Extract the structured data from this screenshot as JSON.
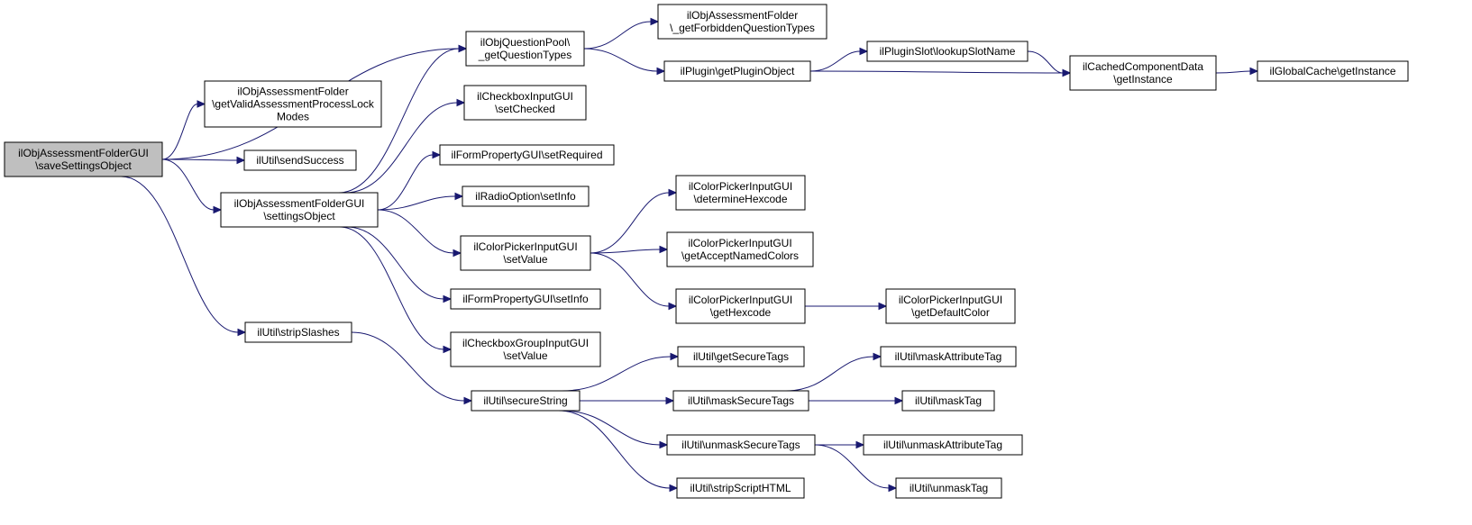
{
  "colors": {
    "edge": "#191970",
    "root_fill": "#bfbfbf",
    "node_fill": "#ffffff",
    "border": "#000000"
  },
  "nodes": [
    {
      "id": "n0",
      "lines": [
        "ilObjAssessmentFolderGUI",
        "\\saveSettingsObject"
      ]
    },
    {
      "id": "n1",
      "lines": [
        "ilObjQuestionPool\\",
        "_getQuestionTypes"
      ]
    },
    {
      "id": "n2",
      "lines": [
        "ilObjAssessmentFolder",
        "\\getValidAssessmentProcessLock",
        "Modes"
      ]
    },
    {
      "id": "n3",
      "lines": [
        "ilUtil\\sendSuccess"
      ]
    },
    {
      "id": "n4",
      "lines": [
        "ilObjAssessmentFolderGUI",
        "\\settingsObject"
      ]
    },
    {
      "id": "n5",
      "lines": [
        "ilUtil\\stripSlashes"
      ]
    },
    {
      "id": "n6",
      "lines": [
        "ilObjAssessmentFolder",
        "\\_getForbiddenQuestionTypes"
      ]
    },
    {
      "id": "n7",
      "lines": [
        "ilPlugin\\getPluginObject"
      ]
    },
    {
      "id": "n8",
      "lines": [
        "ilPluginSlot\\lookupSlotName"
      ]
    },
    {
      "id": "n9",
      "lines": [
        "ilCachedComponentData",
        "\\getInstance"
      ]
    },
    {
      "id": "n10",
      "lines": [
        "ilGlobalCache\\getInstance"
      ]
    },
    {
      "id": "n11",
      "lines": [
        "ilCheckboxInputGUI",
        "\\setChecked"
      ]
    },
    {
      "id": "n12",
      "lines": [
        "ilFormPropertyGUI\\setRequired"
      ]
    },
    {
      "id": "n13",
      "lines": [
        "ilRadioOption\\setInfo"
      ]
    },
    {
      "id": "n14",
      "lines": [
        "ilColorPickerInputGUI",
        "\\setValue"
      ]
    },
    {
      "id": "n15",
      "lines": [
        "ilFormPropertyGUI\\setInfo"
      ]
    },
    {
      "id": "n16",
      "lines": [
        "ilCheckboxGroupInputGUI",
        "\\setValue"
      ]
    },
    {
      "id": "n17",
      "lines": [
        "ilColorPickerInputGUI",
        "\\determineHexcode"
      ]
    },
    {
      "id": "n18",
      "lines": [
        "ilColorPickerInputGUI",
        "\\getAcceptNamedColors"
      ]
    },
    {
      "id": "n19",
      "lines": [
        "ilColorPickerInputGUI",
        "\\getHexcode"
      ]
    },
    {
      "id": "n20",
      "lines": [
        "ilColorPickerInputGUI",
        "\\getDefaultColor"
      ]
    },
    {
      "id": "n21",
      "lines": [
        "ilUtil\\secureString"
      ]
    },
    {
      "id": "n22",
      "lines": [
        "ilUtil\\getSecureTags"
      ]
    },
    {
      "id": "n23",
      "lines": [
        "ilUtil\\maskSecureTags"
      ]
    },
    {
      "id": "n24",
      "lines": [
        "ilUtil\\maskAttributeTag"
      ]
    },
    {
      "id": "n25",
      "lines": [
        "ilUtil\\maskTag"
      ]
    },
    {
      "id": "n26",
      "lines": [
        "ilUtil\\unmaskSecureTags"
      ]
    },
    {
      "id": "n27",
      "lines": [
        "ilUtil\\unmaskAttributeTag"
      ]
    },
    {
      "id": "n28",
      "lines": [
        "ilUtil\\stripScriptHTML"
      ]
    },
    {
      "id": "n29",
      "lines": [
        "ilUtil\\unmaskTag"
      ]
    }
  ],
  "edges": [
    {
      "from": "n0",
      "to": "n1"
    },
    {
      "from": "n0",
      "to": "n2"
    },
    {
      "from": "n0",
      "to": "n3"
    },
    {
      "from": "n0",
      "to": "n4"
    },
    {
      "from": "n0",
      "to": "n5"
    },
    {
      "from": "n1",
      "to": "n6"
    },
    {
      "from": "n1",
      "to": "n7"
    },
    {
      "from": "n7",
      "to": "n8"
    },
    {
      "from": "n7",
      "to": "n9"
    },
    {
      "from": "n8",
      "to": "n9"
    },
    {
      "from": "n9",
      "to": "n10"
    },
    {
      "from": "n4",
      "to": "n1"
    },
    {
      "from": "n4",
      "to": "n11"
    },
    {
      "from": "n4",
      "to": "n12"
    },
    {
      "from": "n4",
      "to": "n13"
    },
    {
      "from": "n4",
      "to": "n14"
    },
    {
      "from": "n4",
      "to": "n15"
    },
    {
      "from": "n4",
      "to": "n16"
    },
    {
      "from": "n14",
      "to": "n17"
    },
    {
      "from": "n14",
      "to": "n18"
    },
    {
      "from": "n14",
      "to": "n19"
    },
    {
      "from": "n19",
      "to": "n20"
    },
    {
      "from": "n5",
      "to": "n21"
    },
    {
      "from": "n21",
      "to": "n22"
    },
    {
      "from": "n21",
      "to": "n23"
    },
    {
      "from": "n21",
      "to": "n26"
    },
    {
      "from": "n21",
      "to": "n28"
    },
    {
      "from": "n23",
      "to": "n24"
    },
    {
      "from": "n23",
      "to": "n25"
    },
    {
      "from": "n26",
      "to": "n27"
    },
    {
      "from": "n26",
      "to": "n29"
    }
  ]
}
